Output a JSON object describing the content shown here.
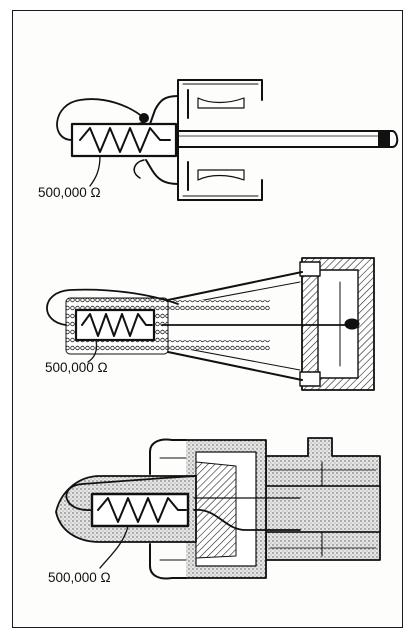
{
  "figure": {
    "probes": [
      {
        "resistor_label": "500,000 Ω"
      },
      {
        "resistor_label": "500,000 Ω"
      },
      {
        "resistor_label": "500,000 Ω"
      }
    ]
  }
}
